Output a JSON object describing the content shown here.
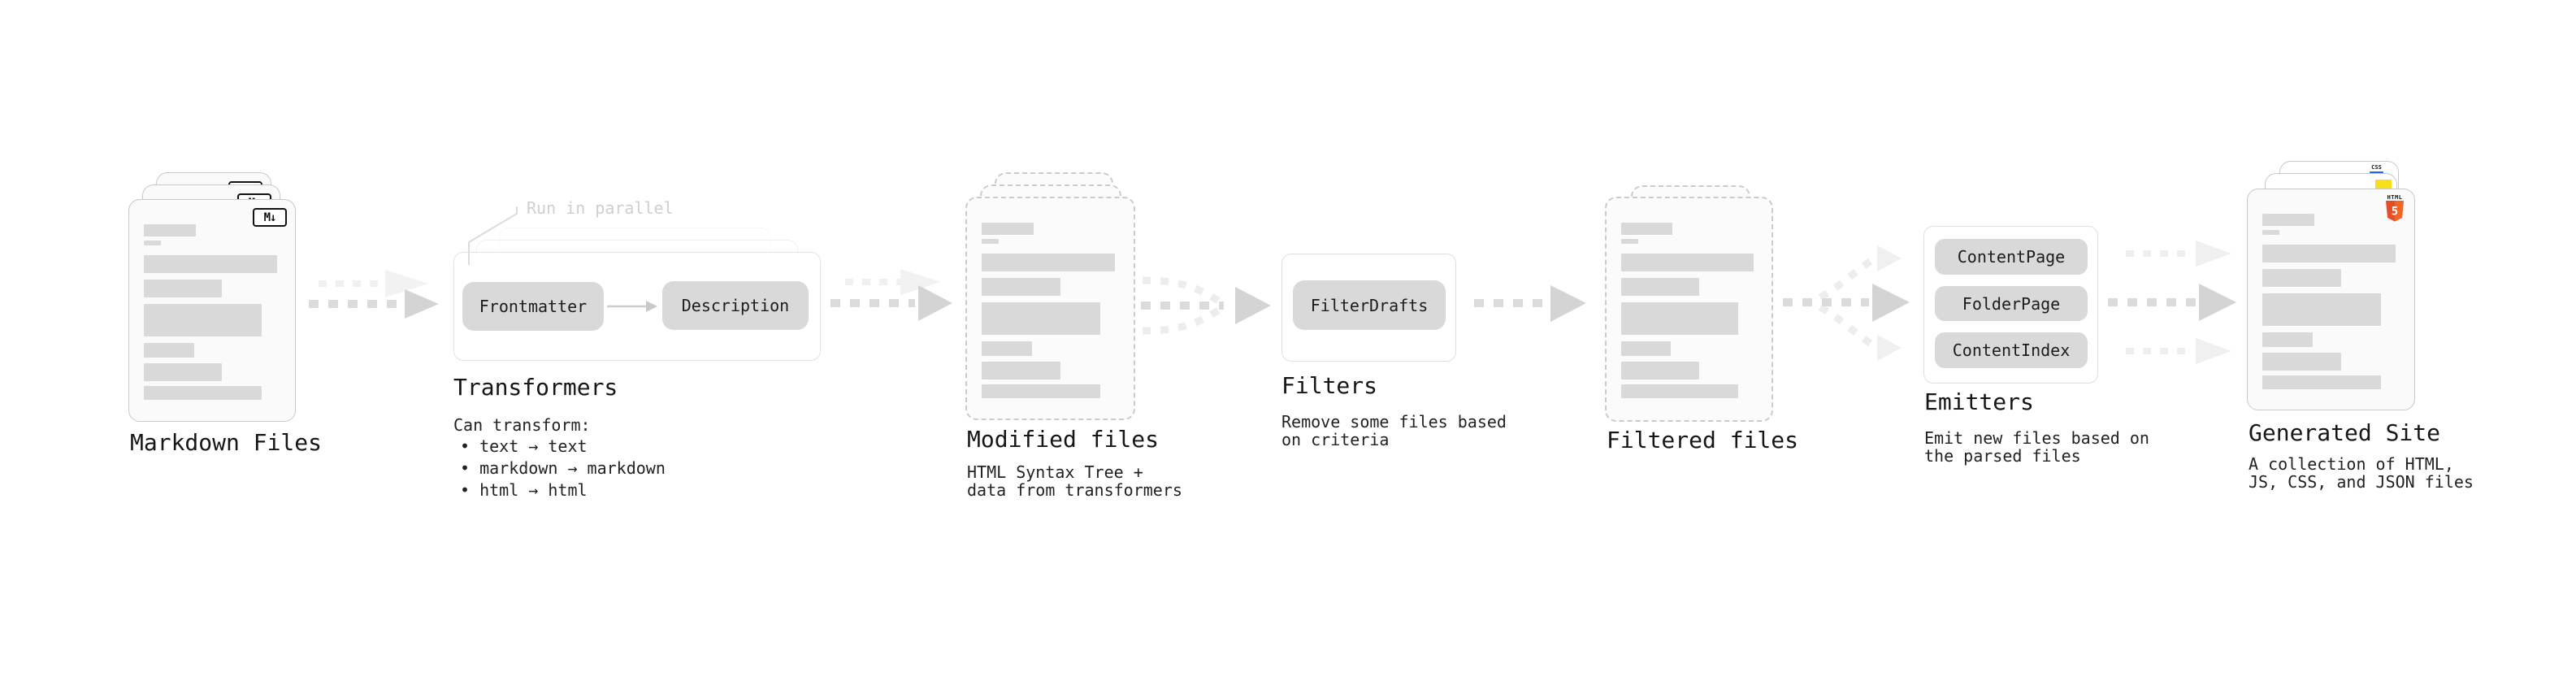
{
  "stages": {
    "markdown": {
      "title": "Markdown Files",
      "badge": "M↓"
    },
    "transformers": {
      "note": "Run in parallel",
      "box_from": "Frontmatter",
      "box_to": "Description",
      "title": "Transformers",
      "desc_heading": "Can transform:",
      "bullets": [
        "• text → text",
        "• markdown → markdown",
        "• html → html"
      ]
    },
    "modified": {
      "title": "Modified files",
      "desc": [
        "HTML Syntax Tree +",
        "data from transformers"
      ]
    },
    "filters": {
      "box": "FilterDrafts",
      "title": "Filters",
      "desc": [
        "Remove some files based",
        "on criteria"
      ]
    },
    "filtered": {
      "title": "Filtered files"
    },
    "emitters": {
      "boxes": [
        "ContentPage",
        "FolderPage",
        "ContentIndex"
      ],
      "title": "Emitters",
      "desc": [
        "Emit new files based on",
        "the parsed files"
      ]
    },
    "generated": {
      "title": "Generated Site",
      "css_label": "CSS",
      "html_label": "HTML",
      "html_number": "5",
      "desc": [
        "A collection of HTML,",
        "JS, CSS, and JSON files"
      ]
    }
  },
  "colors": {
    "html5_orange": "#e44d26",
    "html5_orange_light": "#f16529",
    "js_yellow": "#f7df1e",
    "css_blue": "#2965f1",
    "arrow_gray": "#d5d5d5",
    "pill_gray": "#d9d9d9"
  }
}
